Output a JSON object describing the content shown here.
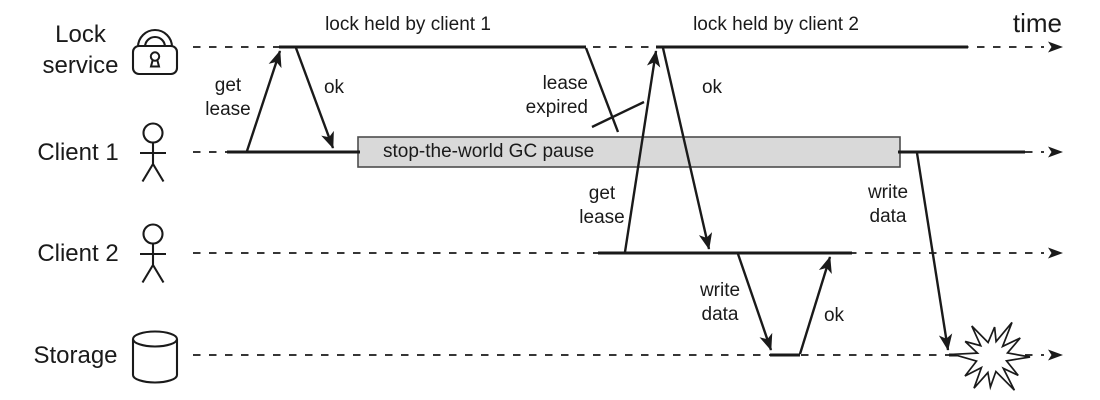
{
  "colors": {
    "ink": "#1a1a1a",
    "gc_box_fill": "#d9d9d9",
    "gc_box_border": "#4d4d4d",
    "background": "#ffffff"
  },
  "time_label": "time",
  "lanes": [
    {
      "id": "lock-service",
      "label": "Lock\nservice",
      "icon": "padlock-icon"
    },
    {
      "id": "client-1",
      "label": "Client 1",
      "icon": "person-icon"
    },
    {
      "id": "client-2",
      "label": "Client 2",
      "icon": "person-icon"
    },
    {
      "id": "storage",
      "label": "Storage",
      "icon": "database-cylinder-icon"
    }
  ],
  "annotations": {
    "lock_held_1": "lock held by client 1",
    "lock_held_2": "lock held by client 2",
    "gc_pause": "stop-the-world GC pause"
  },
  "messages": {
    "get_lease_1": "get\nlease",
    "ok_1": "ok",
    "lease_expired": "lease\nexpired",
    "get_lease_2": "get\nlease",
    "ok_2": "ok",
    "write_data_2": "write\ndata",
    "ok_storage": "ok",
    "write_data_1": "write\ndata"
  }
}
